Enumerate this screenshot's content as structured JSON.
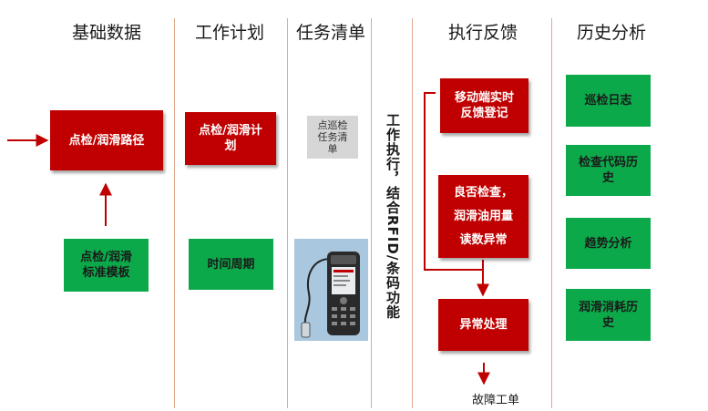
{
  "columns": [
    {
      "title": "基础数据"
    },
    {
      "title": "工作计划"
    },
    {
      "title": "任务清单"
    },
    {
      "title": "执行反馈"
    },
    {
      "title": "历史分析"
    }
  ],
  "basic": {
    "route": "点检/润滑路径",
    "template": "点检/润滑\n标准模板"
  },
  "plan": {
    "plan_box": "点检/润滑计\n划",
    "cycle_box": "时间周期"
  },
  "task": {
    "list_box": "点巡检\n任务清\n单",
    "device_icon": "handheld-terminal-icon"
  },
  "execution_label": "工作执行，结合RFID/条码功能",
  "feedback": {
    "mobile": "移动端实时\n反馈登记",
    "check_lines": [
      "良否检查，",
      "润滑油用量",
      "读数异常"
    ],
    "exception": "异常处理",
    "work_order": "故障工单"
  },
  "history": {
    "items": [
      "巡检日志",
      "检查代码历\n史",
      "趋势分析",
      "润滑消耗历\n史"
    ]
  },
  "colors": {
    "red": "#c00000",
    "green": "#0ca94a",
    "gray": "#d6d6d6",
    "divider": "#e2a98e"
  }
}
